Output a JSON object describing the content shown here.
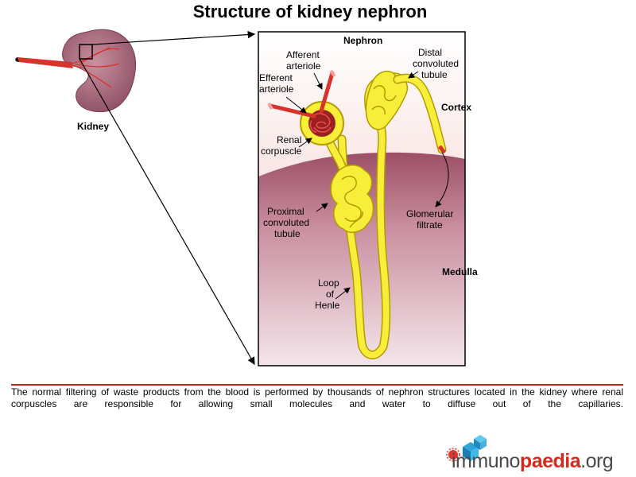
{
  "title": "Structure of kidney nephron",
  "labels": {
    "kidney": "Kidney",
    "nephron": "Nephron",
    "afferent_1": "Afferent",
    "afferent_2": "arteriole",
    "efferent_1": "Efferent",
    "efferent_2": "arteriole",
    "distal_1": "Distal",
    "distal_2": "convoluted",
    "distal_3": "tubule",
    "cortex": "Cortex",
    "renal_1": "Renal",
    "renal_2": "corpuscle",
    "proximal_1": "Proximal",
    "proximal_2": "convoluted",
    "proximal_3": "tubule",
    "glomerular_1": "Glomerular",
    "glomerular_2": "filtrate",
    "medulla": "Medulla",
    "loop_1": "Loop",
    "loop_2": "of",
    "loop_3": "Henle"
  },
  "caption": "The normal filtering of waste products from the blood is performed by thousands of nephron structures located in the kidney where renal corpuscles are responsible for allowing small molecules and water to diffuse out of the capillaries.",
  "logo": {
    "part1": "immuno",
    "part2": "paedia",
    "part3": ".org"
  },
  "colors": {
    "tubule": "#f7ee3a",
    "tubule_outline": "#b59b00",
    "cortex": "#f1c7c4",
    "medulla": "#b06a7d",
    "kidney": "#a8697e",
    "artery": "#d8322d",
    "accent": "#d52b1e"
  }
}
